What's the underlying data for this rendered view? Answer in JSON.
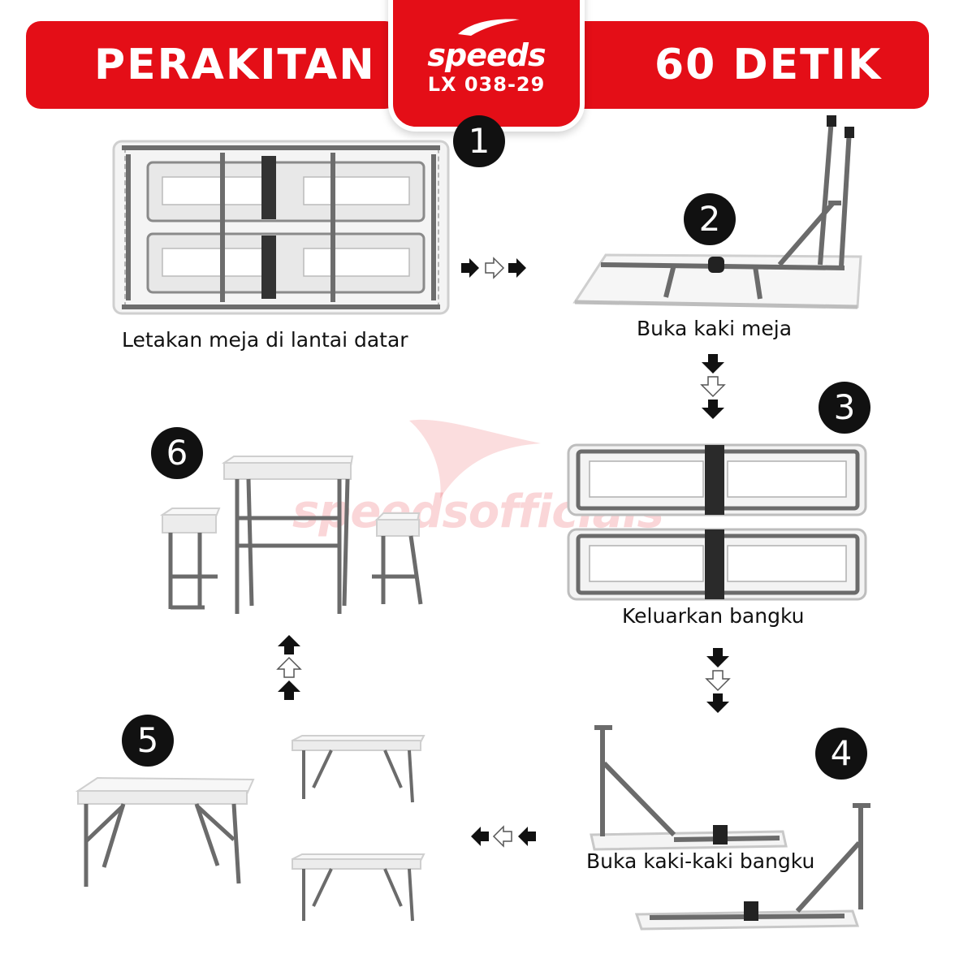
{
  "banner": {
    "left_text": "PERAKITAN",
    "right_text": "60 DETIK",
    "brand": "speeds",
    "model": "LX 038-29",
    "color": "#e40e17"
  },
  "watermark": "speedsofficials",
  "steps": [
    {
      "number": "1",
      "caption": "Letakan meja di lantai datar"
    },
    {
      "number": "2",
      "caption": "Buka kaki meja"
    },
    {
      "number": "3",
      "caption": "Keluarkan bangku"
    },
    {
      "number": "4",
      "caption": "Buka kaki-kaki bangku"
    },
    {
      "number": "5",
      "caption": ""
    },
    {
      "number": "6",
      "caption": ""
    }
  ],
  "icons": [
    "arrow-right-icon",
    "arrow-down-icon",
    "arrow-left-icon",
    "arrow-up-icon"
  ]
}
